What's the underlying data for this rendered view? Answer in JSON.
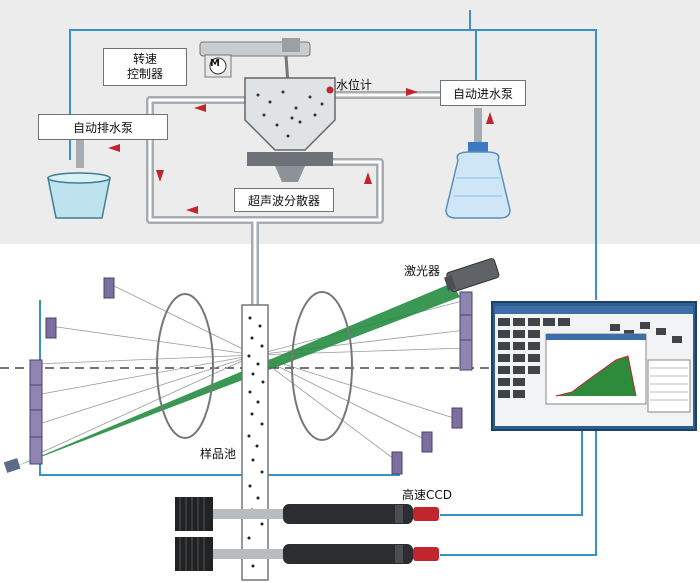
{
  "labels": {
    "speed_controller": "转速\n控制器",
    "water_level_meter": "水位计",
    "auto_inlet_pump": "自动进水泵",
    "auto_drain_pump": "自动排水泵",
    "ultrasonic_disperser": "超声波分散器",
    "laser": "激光器",
    "sample_cell": "样品池",
    "high_speed_ccd": "高速CCD",
    "motor_symbol": "M"
  },
  "colors": {
    "upper_panel": "#ececec",
    "pipe": "#9aa0a6",
    "flow_arrow": "#c0262c",
    "signal_line": "#3d8fc8",
    "laser_beam": "#1f8a3c",
    "optics_block": "#7b6f9e"
  }
}
